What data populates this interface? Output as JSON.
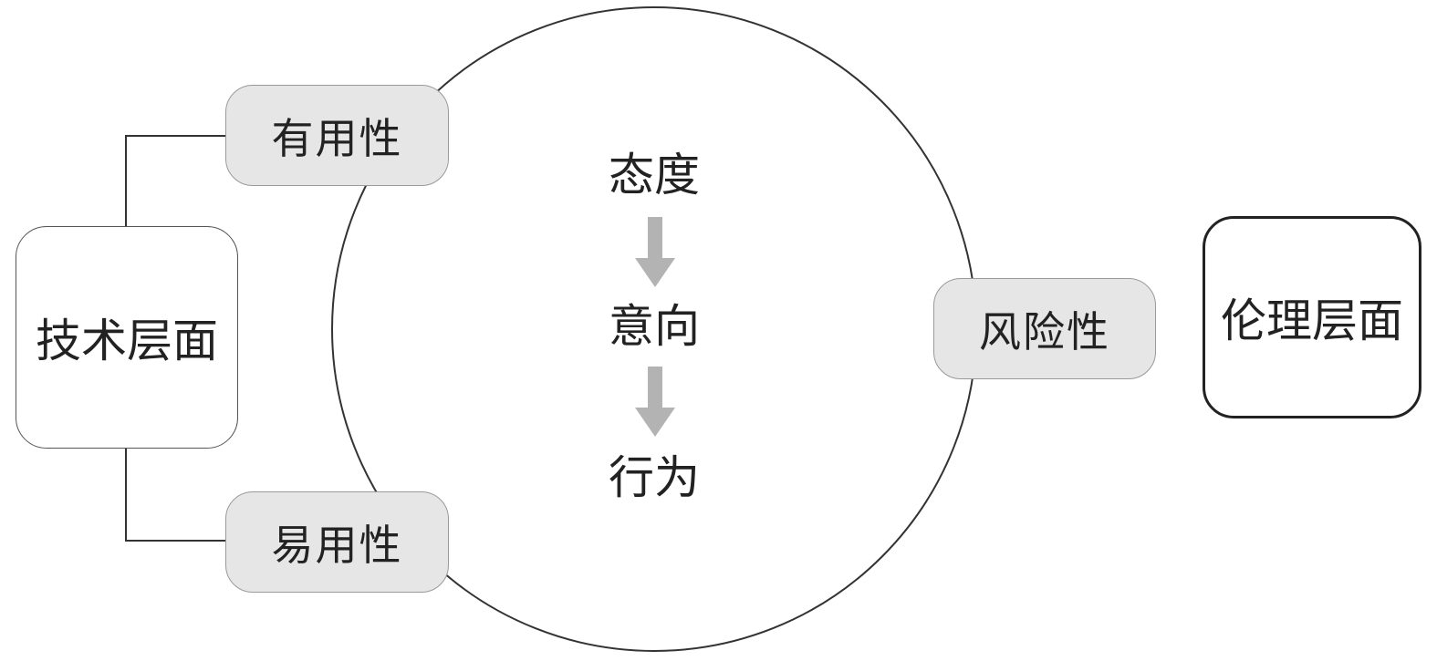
{
  "diagram": {
    "levels": {
      "technical": "技术层面",
      "ethical": "伦理层面"
    },
    "factors": {
      "usefulness": "有用性",
      "ease_of_use": "易用性",
      "risk": "风险性"
    },
    "flow": {
      "attitude": "态度",
      "intention": "意向",
      "behavior": "行为"
    },
    "colors": {
      "factor_fill": "#e6e6e6",
      "arrow": "#b3b3b3",
      "line": "#333333",
      "text": "#222222"
    }
  }
}
